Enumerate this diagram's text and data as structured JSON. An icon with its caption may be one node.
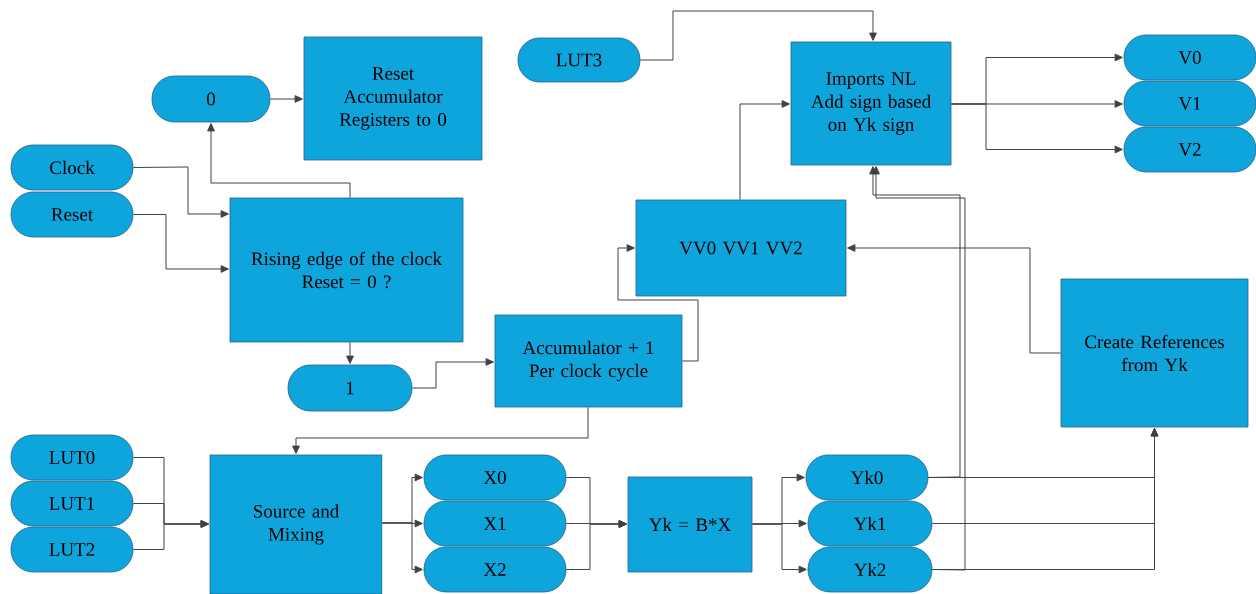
{
  "diagram": {
    "nodes": [
      {
        "text": [
          "0"
        ]
      },
      {
        "text": [
          "Reset Accumulator Registers to 0"
        ]
      },
      {
        "text": [
          "LUT3"
        ]
      },
      {
        "text": [
          "Imports NL",
          "Add sign based on Yk sign"
        ]
      },
      {
        "text": [
          "V0"
        ]
      },
      {
        "text": [
          "V1"
        ]
      },
      {
        "text": [
          "V2"
        ]
      },
      {
        "text": [
          "Clock"
        ]
      },
      {
        "text": [
          "Reset"
        ]
      },
      {
        "text": [
          "Rising edge of the clock",
          "Reset = 0 ?"
        ]
      },
      {
        "text": [
          "VV0 VV1 VV2"
        ]
      },
      {
        "text": [
          "Create References from Yk"
        ]
      },
      {
        "text": [
          "1"
        ]
      },
      {
        "text": [
          "Accumulator + 1",
          "Per clock cycle"
        ]
      },
      {
        "text": [
          "LUT0"
        ]
      },
      {
        "text": [
          "LUT1"
        ]
      },
      {
        "text": [
          "LUT2"
        ]
      },
      {
        "text": [
          "Source and Mixing"
        ]
      },
      {
        "text": [
          "X0"
        ]
      },
      {
        "text": [
          "X1"
        ]
      },
      {
        "text": [
          "X2"
        ]
      },
      {
        "text": [
          "Yk = B*X"
        ]
      },
      {
        "text": [
          "Yk0"
        ]
      },
      {
        "text": [
          "Yk1"
        ]
      },
      {
        "text": [
          "Yk2"
        ]
      }
    ],
    "edges": [
      {
        "from": 0,
        "to": 1,
        "arrow": "to"
      },
      {
        "from": 9,
        "to": 0,
        "arrow": "to"
      },
      {
        "from": 7,
        "to": 9,
        "arrow": "to"
      },
      {
        "from": 8,
        "to": 9,
        "arrow": "to"
      },
      {
        "from": 9,
        "to": 12,
        "arrow": "to"
      },
      {
        "from": 12,
        "to": 13,
        "arrow": "to"
      },
      {
        "from": 13,
        "to": 10,
        "arrow": "to"
      },
      {
        "from": 13,
        "to": 17,
        "arrow": "to"
      },
      {
        "from": 10,
        "to": 3,
        "arrow": "to"
      },
      {
        "from": 2,
        "to": 3,
        "arrow": "to"
      },
      {
        "from": 3,
        "to": 4,
        "arrow": "to"
      },
      {
        "from": 3,
        "to": 5,
        "arrow": "to"
      },
      {
        "from": 3,
        "to": 6,
        "arrow": "to"
      },
      {
        "from": 14,
        "to": 17,
        "arrow": "to"
      },
      {
        "from": 15,
        "to": 17,
        "arrow": "to"
      },
      {
        "from": 16,
        "to": 17,
        "arrow": "to"
      },
      {
        "from": 17,
        "to": 18,
        "arrow": "to"
      },
      {
        "from": 17,
        "to": 19,
        "arrow": "to"
      },
      {
        "from": 17,
        "to": 20,
        "arrow": "to"
      },
      {
        "from": 18,
        "to": 21,
        "arrow": "to"
      },
      {
        "from": 19,
        "to": 21,
        "arrow": "to"
      },
      {
        "from": 20,
        "to": 21,
        "arrow": "to"
      },
      {
        "from": 21,
        "to": 22,
        "arrow": "to"
      },
      {
        "from": 21,
        "to": 23,
        "arrow": "to"
      },
      {
        "from": 21,
        "to": 24,
        "arrow": "to"
      },
      {
        "from": 22,
        "to": 11,
        "arrow": "to"
      },
      {
        "from": 23,
        "to": 11,
        "arrow": "to"
      },
      {
        "from": 24,
        "to": 11,
        "arrow": "to"
      },
      {
        "from": 11,
        "to": 10,
        "arrow": "to"
      },
      {
        "from": 22,
        "to": 3,
        "arrow": "to"
      },
      {
        "from": 24,
        "to": 3,
        "arrow": "to"
      }
    ]
  }
}
